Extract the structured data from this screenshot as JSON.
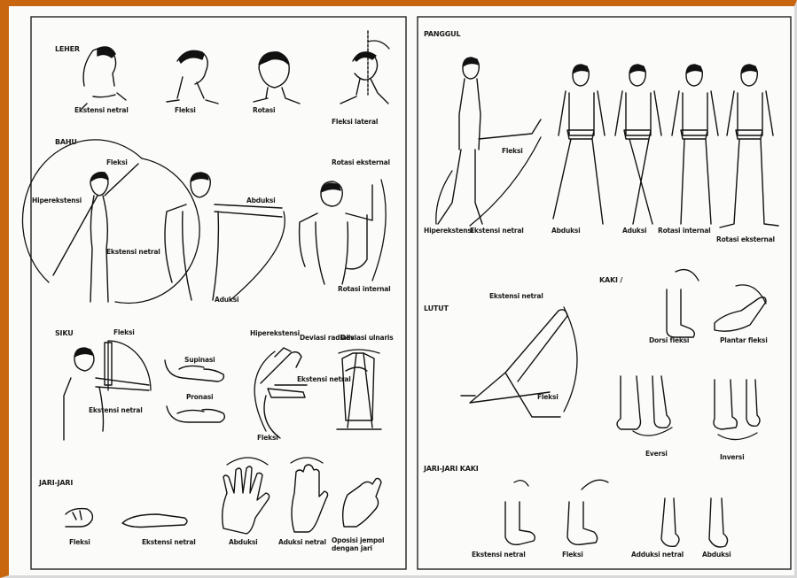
{
  "colors": {
    "frame": "#c8650f",
    "ink": "#111111",
    "paper": "#fbfbfa"
  },
  "left_panel": {
    "leher": {
      "title": "LEHER",
      "items": [
        "Ekstensi netral",
        "Fleksi",
        "Rotasi",
        "Fleksi lateral"
      ]
    },
    "bahu": {
      "title": "BAHU",
      "labels": {
        "fleksi": "Fleksi",
        "hiperekstensi": "Hiperekstensi",
        "ekstensi_netral": "Ekstensi netral",
        "abduksi": "Abduksi",
        "aduksi": "Aduksi",
        "rotasi_eksternal": "Rotasi eksternal",
        "rotasi_internal": "Rotasi internal"
      }
    },
    "siku": {
      "title": "SIKU",
      "labels": {
        "fleksi": "Fleksi",
        "ekstensi_netral": "Ekstensi netral",
        "supinasi": "Supinasi",
        "pronasi": "Pronasi",
        "hiperekstensi": "Hiperekstensi",
        "deviasi_radialis": "Deviasi radialis",
        "deviasi_ulnaris": "Deviasi ulnaris",
        "ekstensi_netral_2": "Ekstensi netral",
        "fleksi_2": "Fleksi"
      }
    },
    "jari_jari": {
      "title": "JARI-JARI",
      "items": [
        "Fleksi",
        "Ekstensi netral",
        "Abduksi",
        "Aduksi netral",
        "Oposisi jempol dengan jari"
      ]
    }
  },
  "right_panel": {
    "panggul": {
      "title": "PANGGUL",
      "labels": {
        "fleksi": "Fleksi",
        "hiperekstensi": "Hiperekstensi",
        "ekstensi_netral": "Ekstensi netral",
        "abduksi": "Abduksi",
        "aduksi": "Aduksi",
        "rotasi_internal": "Rotasi internal",
        "rotasi_eksternal": "Rotasi eksternal"
      }
    },
    "lutut": {
      "title": "LUTUT",
      "labels": {
        "ekstensi_netral": "Ekstensi netral",
        "fleksi": "Fleksi"
      }
    },
    "kaki": {
      "title": "KAKI",
      "labels": {
        "dorsi_fleksi": "Dorsi fleksi",
        "plantar_fleksi": "Plantar fleksi",
        "eversi": "Eversi",
        "inversi": "Inversi"
      }
    },
    "jari_jari_kaki": {
      "title": "JARI-JARI KAKI",
      "items": [
        "Ekstensi netral",
        "Fleksi",
        "Adduksi netral",
        "Abduksi"
      ]
    }
  }
}
